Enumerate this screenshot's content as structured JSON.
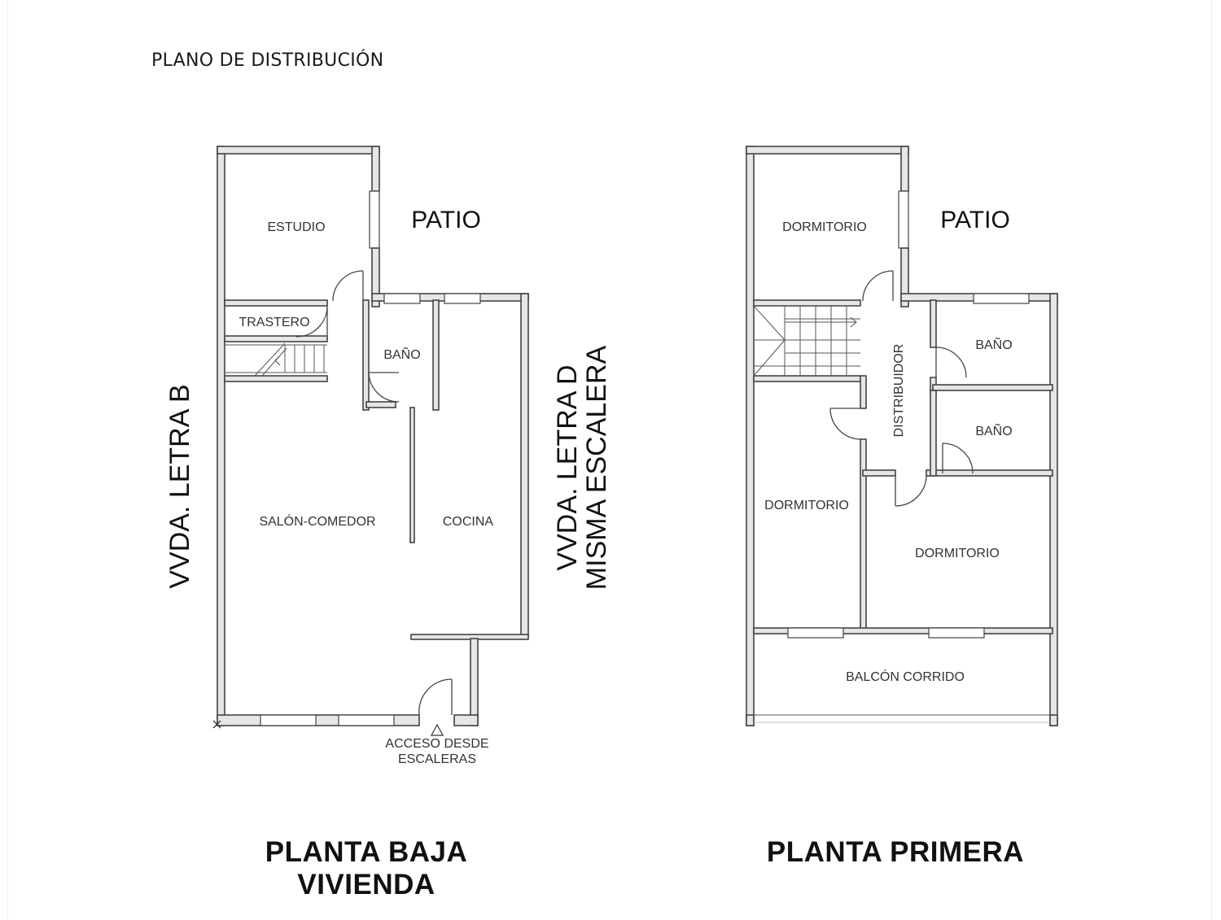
{
  "document": {
    "title": "PLANO DE DISTRIBUCIÓN"
  },
  "ground_floor": {
    "caption_line1": "PLANTA BAJA",
    "caption_line2": "VIVIENDA",
    "patio": "PATIO",
    "side_left": "VVDA. LETRA B",
    "side_right_line1": "VVDA. LETRA D",
    "side_right_line2": "MISMA ESCALERA",
    "rooms": {
      "estudio": "ESTUDIO",
      "trastero": "TRASTERO",
      "bano": "BAÑO",
      "salon": "SALÓN-COMEDOR",
      "cocina": "COCINA"
    },
    "access_line1": "ACCESO DESDE",
    "access_line2": "ESCALERAS"
  },
  "first_floor": {
    "caption": "PLANTA PRIMERA",
    "patio": "PATIO",
    "rooms": {
      "dormitorio_top": "DORMITORIO",
      "distribuidor": "DISTRIBUIDOR",
      "bano_1": "BAÑO",
      "bano_2": "BAÑO",
      "dormitorio_left": "DORMITORIO",
      "dormitorio_right": "DORMITORIO",
      "balcon": "BALCÓN CORRIDO"
    }
  }
}
